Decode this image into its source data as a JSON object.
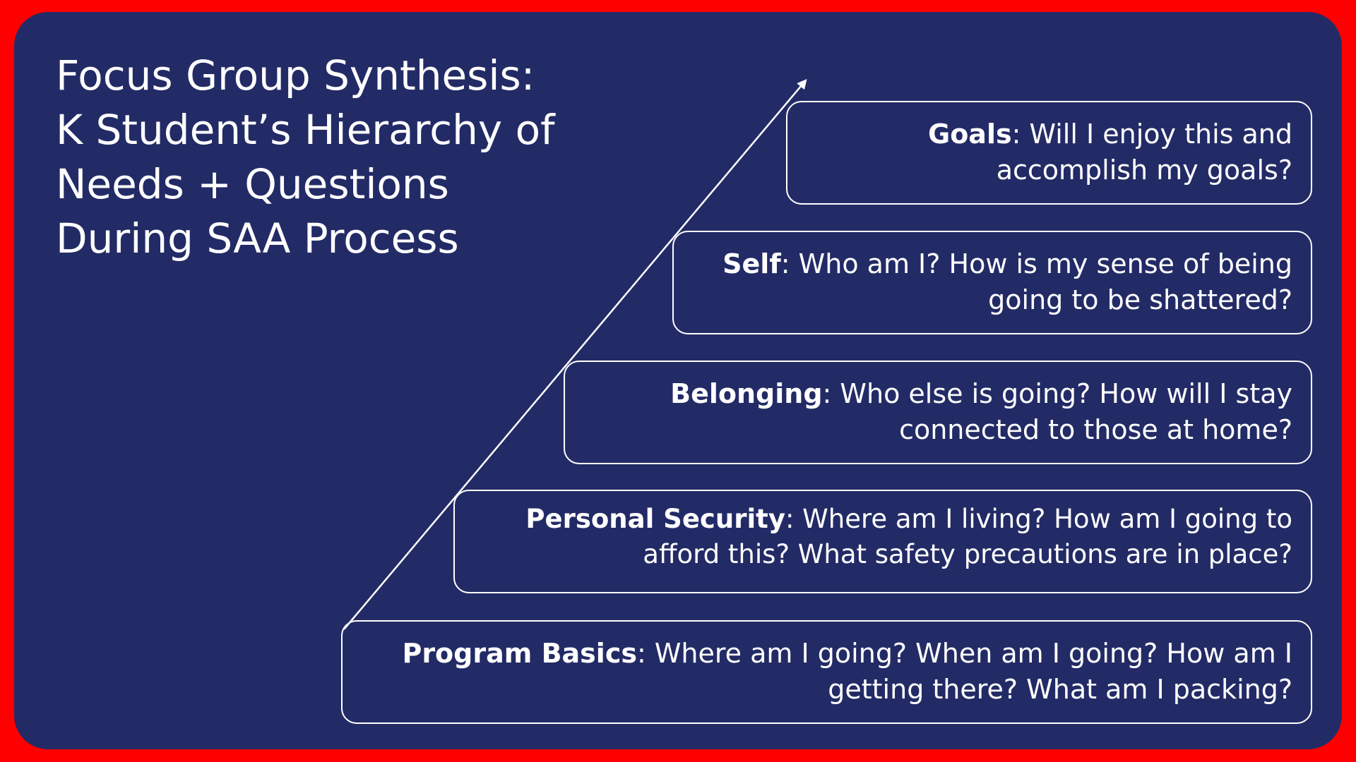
{
  "title_lines": [
    "Focus Group Synthesis:",
    "K Student’s Hierarchy of",
    "Needs + Questions",
    "During SAA Process"
  ],
  "levels": [
    {
      "label": "Goals",
      "text": ": Will I enjoy this and accomplish my goals?"
    },
    {
      "label": "Self",
      "text": ": Who am I? How is my sense of being going to be shattered?"
    },
    {
      "label": "Belonging",
      "text": ": Who else is going? How will I stay connected to those at home?"
    },
    {
      "label": "Personal Security",
      "text": ": Where am I living? How am I going to afford this? What safety precautions are in place?"
    },
    {
      "label": "Program Basics",
      "text": ": Where am I going? When am I going? How am I getting there? What am I packing?"
    }
  ],
  "colors": {
    "frame": "#ff0000",
    "background": "#232b66",
    "foreground": "#ffffff"
  }
}
